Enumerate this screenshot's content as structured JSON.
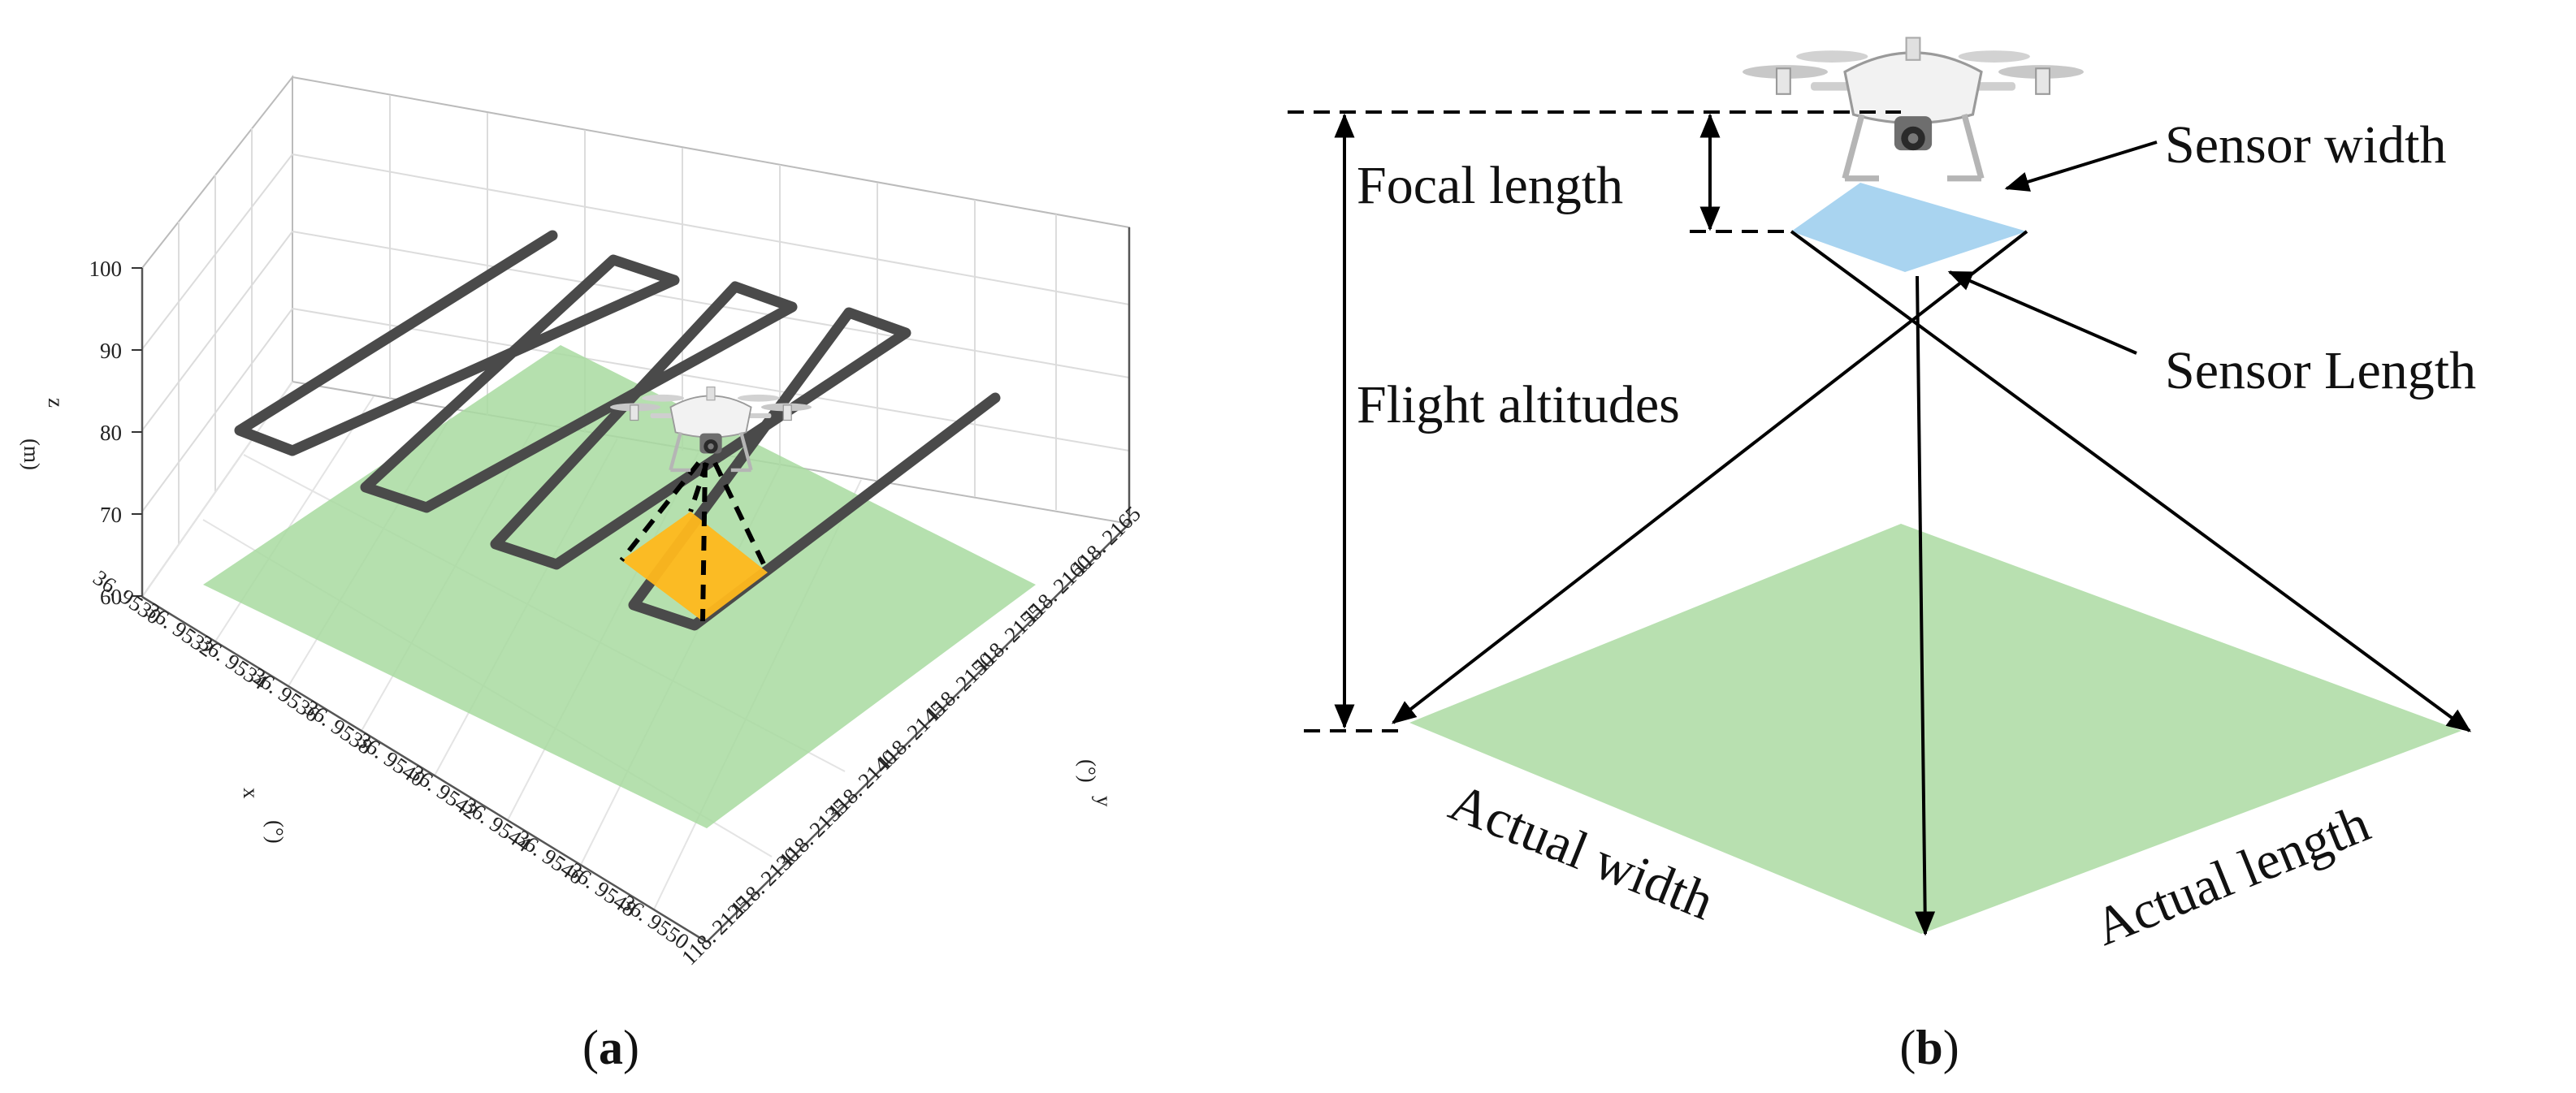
{
  "panel_a": {
    "label": "a",
    "z_axis": {
      "label": "z",
      "unit": "(m)",
      "ticks": [
        "100",
        "90",
        "80",
        "70",
        "60"
      ]
    },
    "x_axis": {
      "label": "x",
      "unit": "(°)",
      "ticks": [
        "36. 9530",
        "36. 9532",
        "36. 9534",
        "36. 9536",
        "36. 9538",
        "36. 9540",
        "36. 9542",
        "36. 9544",
        "36. 9546",
        "36. 9548",
        "36. 9550"
      ]
    },
    "y_axis": {
      "label": "y",
      "unit": "(°)",
      "ticks": [
        "118. 2165",
        "118. 2160",
        "118. 2155",
        "118. 2150",
        "118. 2145",
        "118. 2140",
        "118. 2135",
        "118. 2130",
        "118. 2125"
      ]
    },
    "colors": {
      "ground": "#a8dba0",
      "path": "#4a4a4a",
      "footprint": "#ffb81c",
      "grid": "#d6d6d6"
    }
  },
  "panel_b": {
    "label": "b",
    "labels": {
      "focal_length": "Focal length",
      "flight_altitudes": "Flight altitudes",
      "sensor_width": "Sensor width",
      "sensor_length": "Sensor Length",
      "actual_width": "Actual width",
      "actual_length": "Actual length"
    },
    "colors": {
      "ground": "#b8e0b0",
      "sensor": "#a9d4f0"
    }
  }
}
